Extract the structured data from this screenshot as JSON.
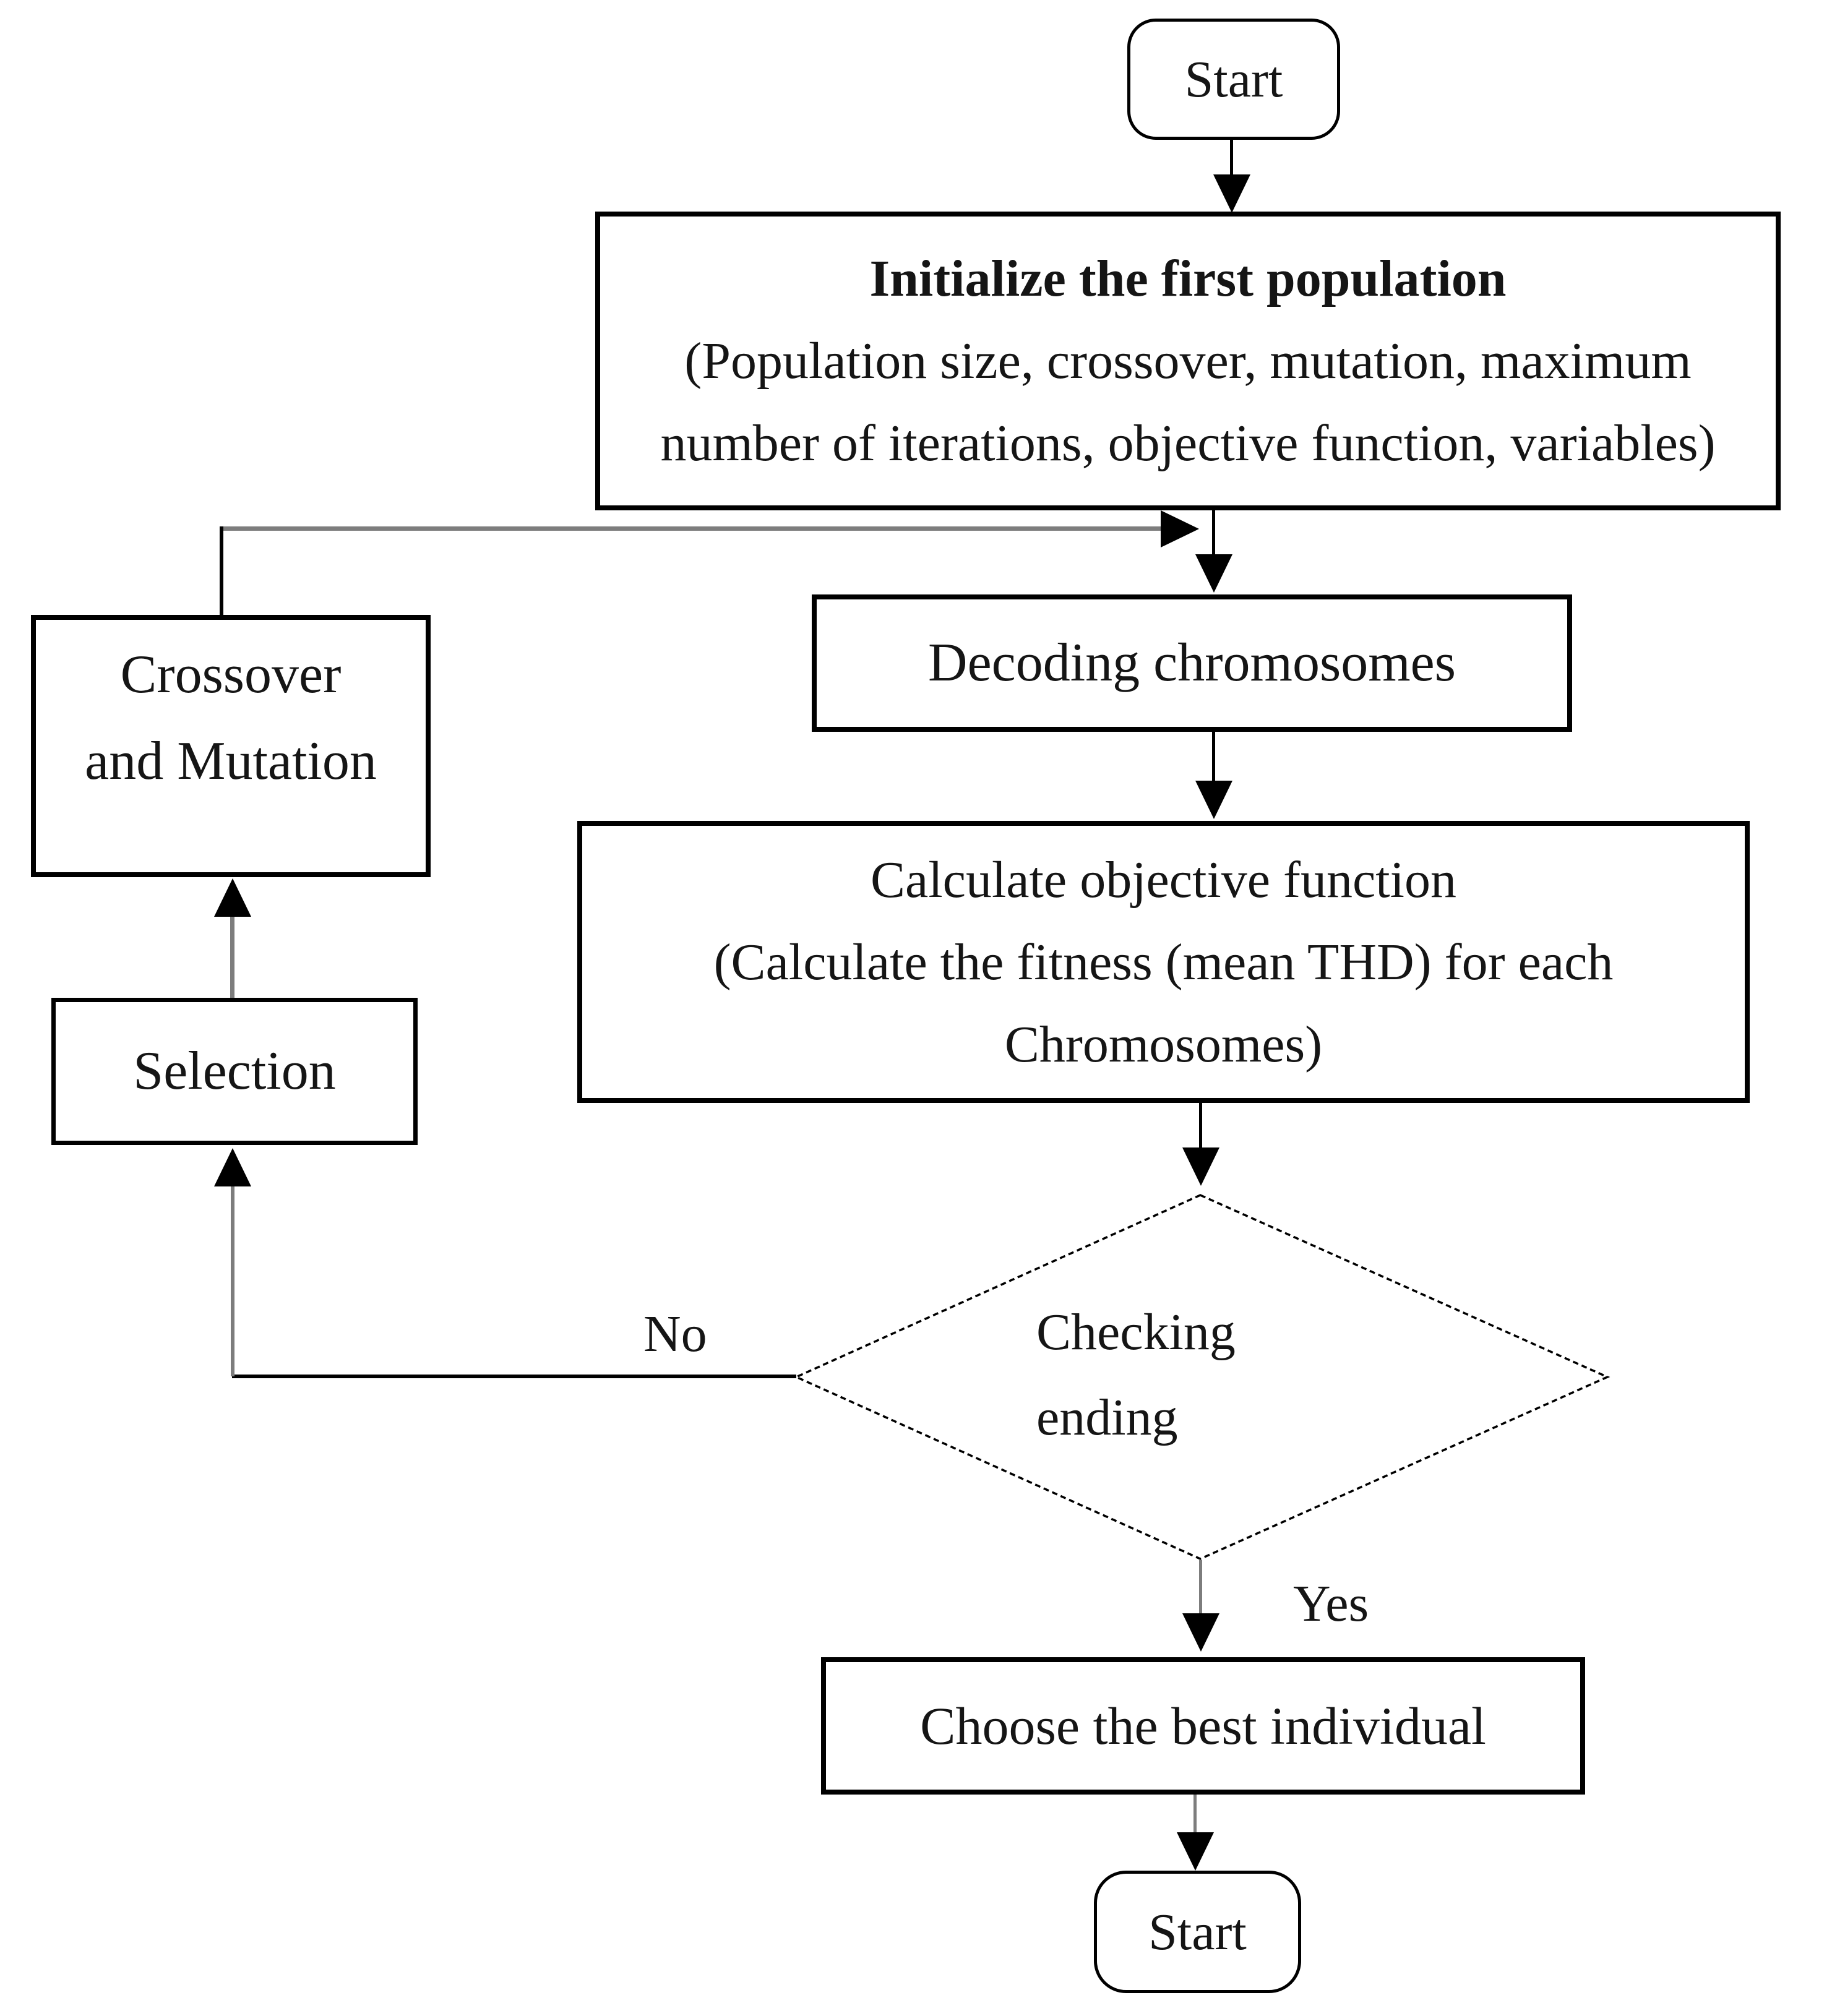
{
  "nodes": {
    "start_top": {
      "label": "Start"
    },
    "initialize": {
      "lines": [
        "Initialize the first population",
        "(Population size, crossover, mutation, maximum",
        "number of iterations, objective function, variables)"
      ]
    },
    "decoding": {
      "label": "Decoding chromosomes"
    },
    "calculate": {
      "lines": [
        "Calculate objective function",
        "(Calculate the fitness (mean THD) for each",
        "Chromosomes)"
      ]
    },
    "decision": {
      "lines": [
        "Checking",
        "ending"
      ]
    },
    "crossover": {
      "lines": [
        "Crossover",
        "and Mutation"
      ]
    },
    "selection": {
      "label": "Selection"
    },
    "choose": {
      "label": "Choose the best individual"
    },
    "start_bottom": {
      "label": "Start"
    }
  },
  "edge_labels": {
    "yes": "Yes",
    "no": "No"
  },
  "colors": {
    "ink": "#000000",
    "gray_line": "#7d7d7d",
    "background": "#ffffff"
  }
}
